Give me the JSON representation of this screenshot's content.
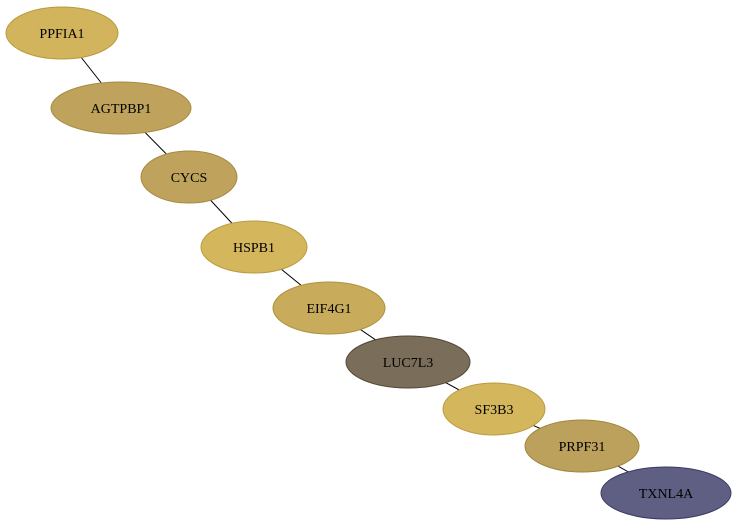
{
  "network": {
    "nodes": [
      {
        "id": "ppfia1",
        "label": "PPFIA1",
        "fill": "#d2b45c",
        "stroke": "#b89a3e"
      },
      {
        "id": "agtpbp1",
        "label": "AGTPBP1",
        "fill": "#bfa35c",
        "stroke": "#a58a3f"
      },
      {
        "id": "cycs",
        "label": "CYCS",
        "fill": "#bfa35c",
        "stroke": "#a58a3f"
      },
      {
        "id": "hspb1",
        "label": "HSPB1",
        "fill": "#d4b75c",
        "stroke": "#b99c40"
      },
      {
        "id": "eif4g1",
        "label": "EIF4G1",
        "fill": "#c8ac5c",
        "stroke": "#ad923f"
      },
      {
        "id": "luc7l3",
        "label": "LUC7L3",
        "fill": "#7a6e5a",
        "stroke": "#524836"
      },
      {
        "id": "sf3b3",
        "label": "SF3B3",
        "fill": "#d4b65c",
        "stroke": "#b99b40"
      },
      {
        "id": "prpf31",
        "label": "PRPF31",
        "fill": "#bba15c",
        "stroke": "#a0873f"
      },
      {
        "id": "txnl4a",
        "label": "TXNL4A",
        "fill": "#5f5f84",
        "stroke": "#3a3a66"
      }
    ],
    "edges": [
      [
        "ppfia1",
        "agtpbp1"
      ],
      [
        "agtpbp1",
        "cycs"
      ],
      [
        "cycs",
        "hspb1"
      ],
      [
        "hspb1",
        "eif4g1"
      ],
      [
        "eif4g1",
        "luc7l3"
      ],
      [
        "luc7l3",
        "sf3b3"
      ],
      [
        "sf3b3",
        "prpf31"
      ],
      [
        "prpf31",
        "txnl4a"
      ]
    ]
  }
}
